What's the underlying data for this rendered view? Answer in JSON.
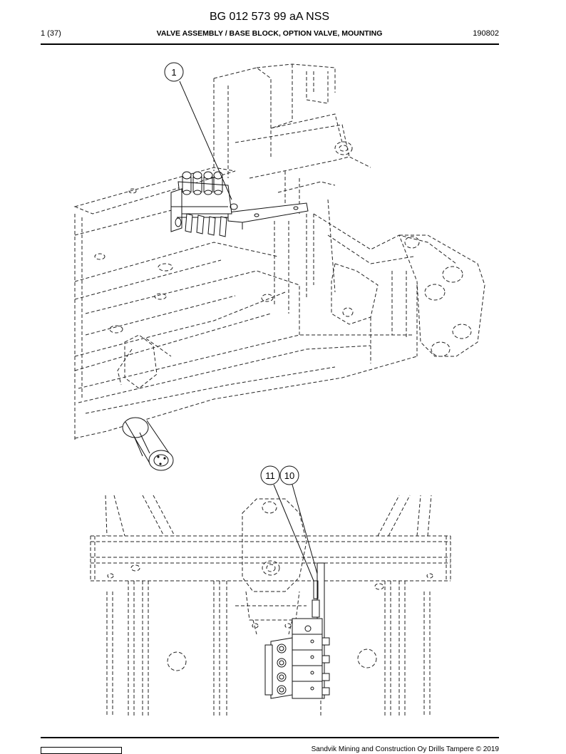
{
  "header": {
    "doc_id": "BG 012 573 99 aA NSS",
    "page": "1 (37)",
    "title": "VALVE ASSEMBLY / BASE BLOCK, OPTION VALVE, MOUNTING",
    "date": "190802"
  },
  "callouts": {
    "upper": [
      "1"
    ],
    "lower": [
      "11",
      "10"
    ]
  },
  "footer": {
    "copyright": "Sandvik Mining and Construction Oy Drills Tampere © 2019"
  }
}
